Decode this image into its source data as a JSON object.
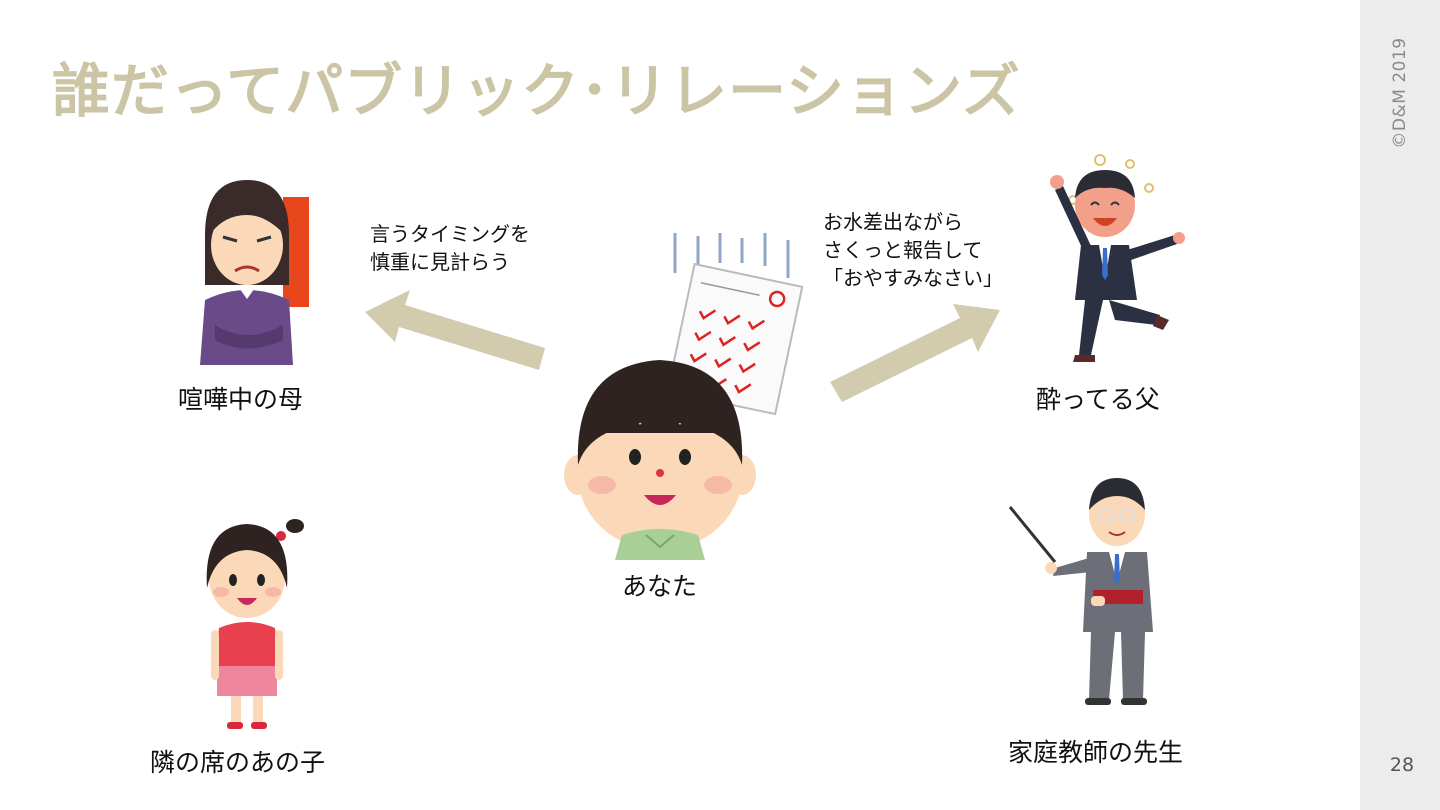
{
  "slide": {
    "title": "誰だってパブリック･リレーションズ",
    "copyright": "©D&M 2019",
    "page_number": "28"
  },
  "people": {
    "mother": "喧嘩中の母",
    "you": "あなた",
    "father": "酔ってる父",
    "girl": "隣の席のあの子",
    "teacher": "家庭教師の先生"
  },
  "notes": {
    "left": [
      "言うタイミングを",
      "慎重に見計らう"
    ],
    "right": [
      "お水差出ながら",
      "さくっと報告して",
      "「おやすみなさい」"
    ]
  },
  "colors": {
    "title": "#cbc4a5",
    "arrow": "#d3cbae",
    "sidebar": "#ececec"
  },
  "icons": [
    "mother-illustration",
    "boy-illustration",
    "test-paper-icon",
    "drunk-father-illustration",
    "girl-illustration",
    "teacher-illustration",
    "arrow-left-icon",
    "arrow-right-icon"
  ]
}
